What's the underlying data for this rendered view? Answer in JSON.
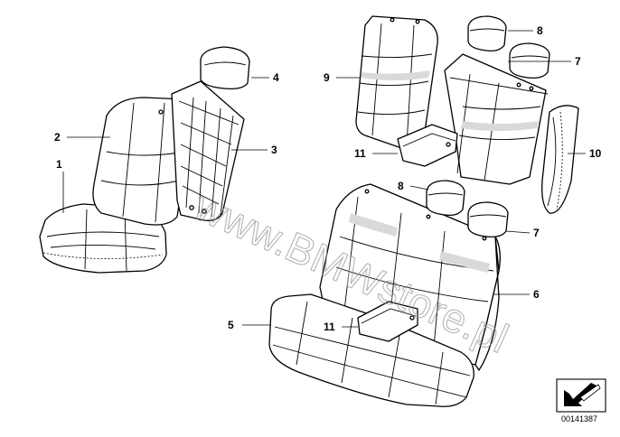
{
  "watermark": "www.BMWstore.pl",
  "catalog_number": "00141387",
  "icons": {
    "corner": "arrow-in-frame-icon"
  },
  "callouts": {
    "1": "1",
    "2": "2",
    "3": "3",
    "4": "4",
    "5": "5",
    "6": "6",
    "7a": "7",
    "7b": "7",
    "8a": "8",
    "8b": "8",
    "9": "9",
    "10": "10",
    "11a": "11",
    "11b": "11"
  }
}
